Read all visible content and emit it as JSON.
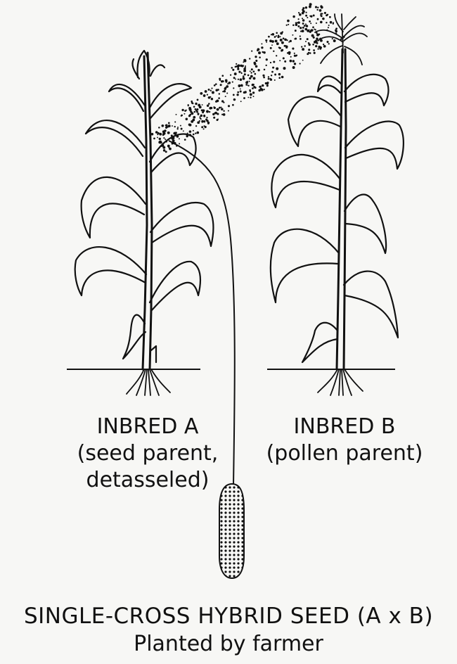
{
  "inbred_a": {
    "name": "INBRED A",
    "role_line1": "(seed parent,",
    "role_line2": "detasseled)"
  },
  "inbred_b": {
    "name": "INBRED B",
    "role_line1": "(pollen parent)"
  },
  "caption": {
    "title": "SINGLE-CROSS HYBRID SEED (A x B)",
    "subtitle": "Planted by farmer"
  },
  "colors": {
    "ink": "#111111",
    "paper": "#f7f7f5"
  },
  "icons": [
    "corn-plant-icon",
    "corn-plant-icon",
    "pollen-cloud-icon",
    "corn-ear-icon",
    "roots-icon"
  ]
}
